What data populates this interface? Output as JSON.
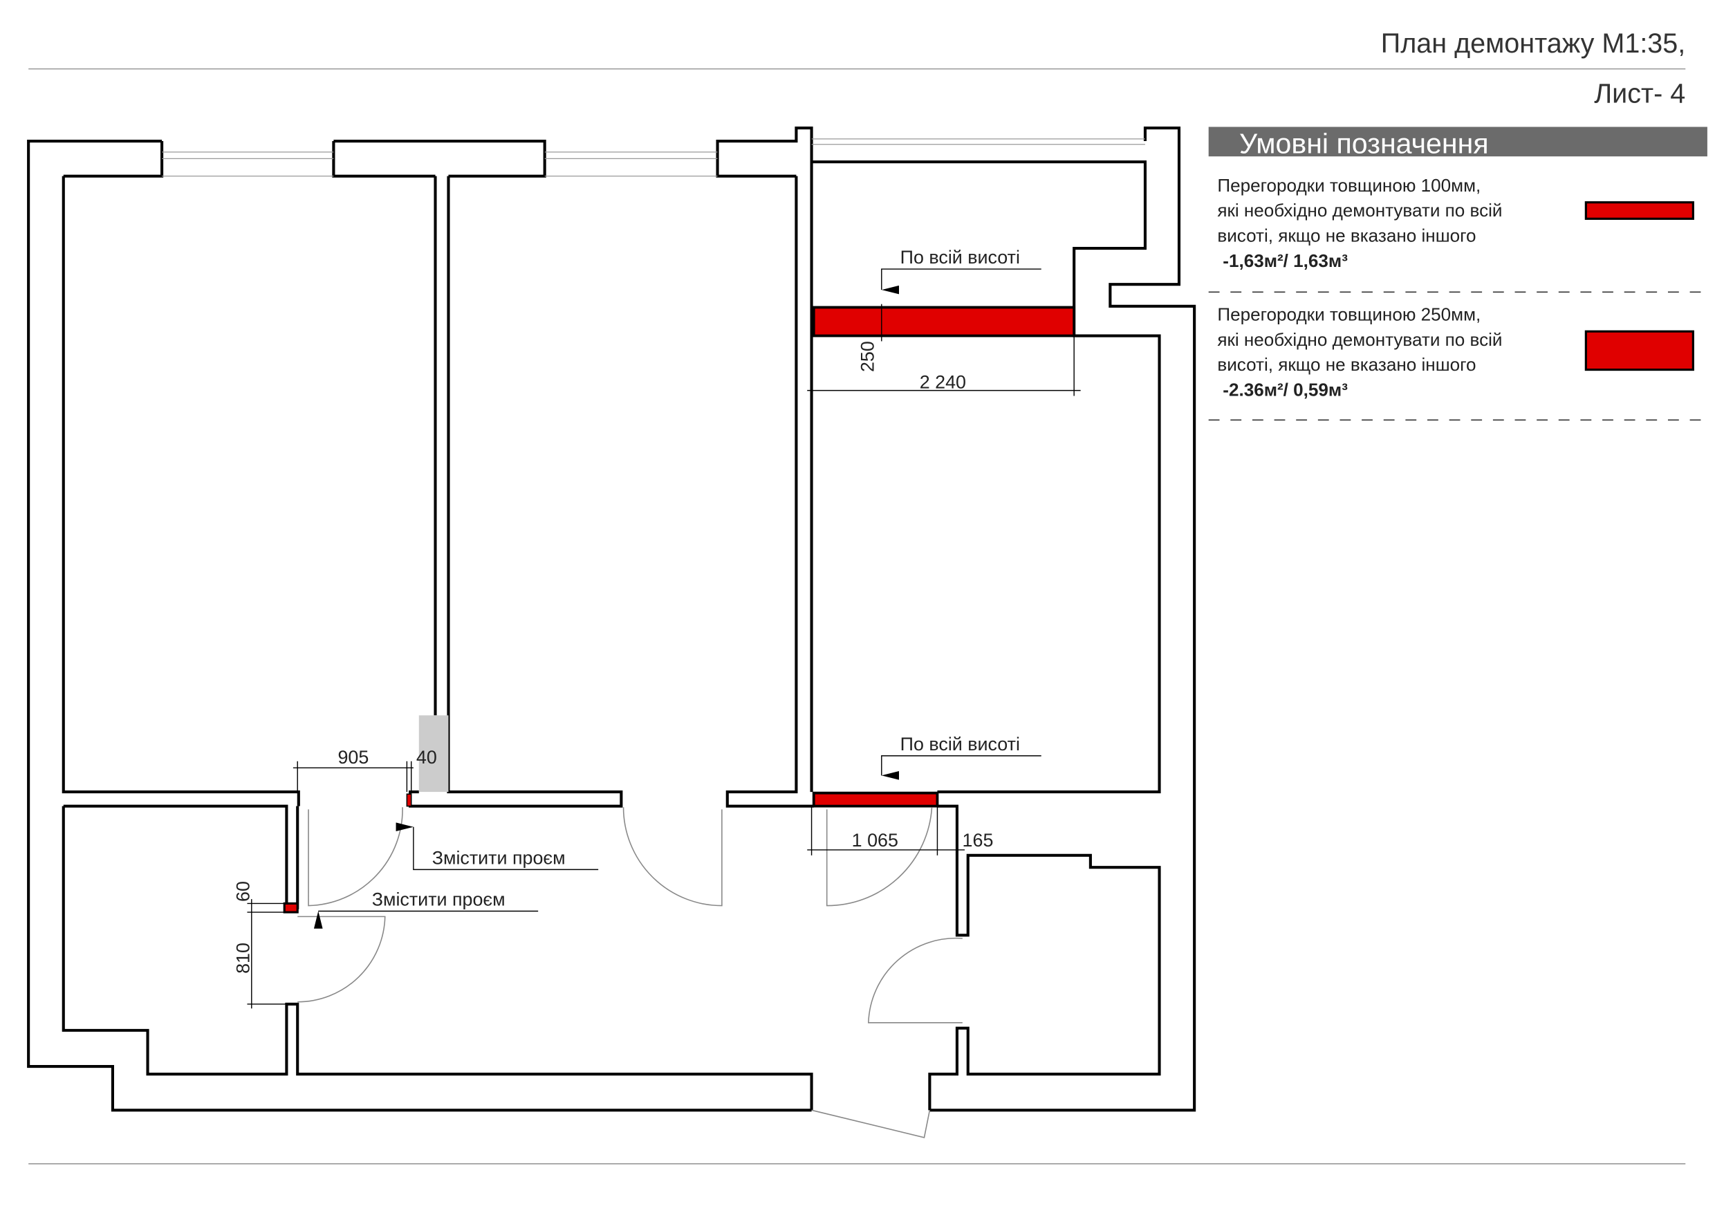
{
  "header": {
    "title": "План демонтажу М1:35,",
    "sheet": "Лист- 4"
  },
  "legend": {
    "title": "Умовні позначення",
    "items": [
      {
        "lines": [
          "Перегородки товщиною 100мм,",
          "які необхідно демонтувати по всій",
          "висоті, якщо не вказано іншого"
        ],
        "quantity": "-1,63м²/ 1,63м³",
        "color": "#e00000"
      },
      {
        "lines": [
          "Перегородки товщиною 250мм,",
          "які необхідно демонтувати по всій",
          "висоті, якщо не вказано іншого"
        ],
        "quantity": "-2.36м²/ 0,59м³",
        "color": "#e00000"
      }
    ]
  },
  "plan": {
    "notes": {
      "full_height_top": "По всій висоті",
      "full_height_bottom": "По всій висоті",
      "move_opening_1": "Змістити проєм",
      "move_opening_2": "Змістити проєм"
    },
    "dimensions": {
      "d905": "905",
      "d40": "40",
      "d60": "60",
      "d810": "810",
      "d250": "250",
      "d2240": "2 240",
      "d1065": "1 065",
      "d165": "165"
    },
    "colors": {
      "demolish": "#e00000",
      "column": "#cccccc"
    }
  }
}
